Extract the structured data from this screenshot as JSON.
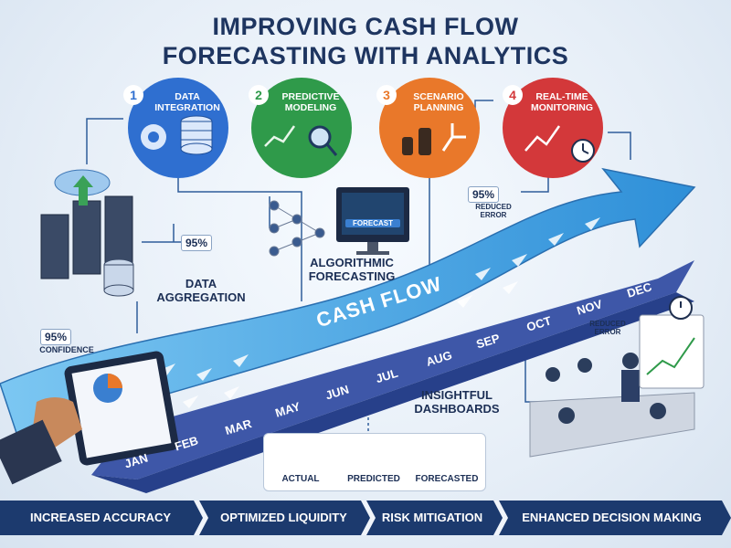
{
  "title": {
    "line1": "IMPROVING CASH FLOW",
    "line2": "FORECASTING WITH ANALYTICS"
  },
  "steps": [
    {
      "num": "1",
      "label": "DATA\nINTEGRATION",
      "color": "#2f6fd0"
    },
    {
      "num": "2",
      "label": "PREDICTIVE\nMODELING",
      "color": "#2f9a4a"
    },
    {
      "num": "3",
      "label": "SCENARIO\nPLANNING",
      "color": "#e9782a"
    },
    {
      "num": "4",
      "label": "REAL-TIME\nMONITORING",
      "color": "#d3383a"
    }
  ],
  "labels": {
    "data_aggregation": "DATA\nAGGREGATION",
    "algorithmic_forecasting": "ALGORITHMIC\nFORECASTING",
    "forecast_screen": "FORECAST",
    "cash_flow": "CASH FLOW",
    "insightful_dashboards": "INSIGHTFUL\nDASHBOARDS",
    "confidence": "CONFIDENCE",
    "reduced_error_1": "REDUCED\nERROR",
    "reduced_error_2": "REDUCED\nERROR"
  },
  "percents": {
    "aggregation": "95%",
    "confidence": "95%",
    "reduced_error": "95%"
  },
  "months": [
    "JAN",
    "FEB",
    "MAR",
    "MAY",
    "JUN",
    "JUL",
    "AUG",
    "SEP",
    "OCT",
    "NOV",
    "DEC"
  ],
  "legend": {
    "actual": "ACTUAL",
    "predicted": "PREDICTED",
    "forecasted": "FORECASTED"
  },
  "benefits": [
    "INCREASED ACCURACY",
    "OPTIMIZED LIQUIDITY",
    "RISK MITIGATION",
    "ENHANCED DECISION MAKING"
  ],
  "colors": {
    "navy": "#1c3a6e",
    "ribbon": "#5fb3ea",
    "timeline": "#3e57a8"
  }
}
